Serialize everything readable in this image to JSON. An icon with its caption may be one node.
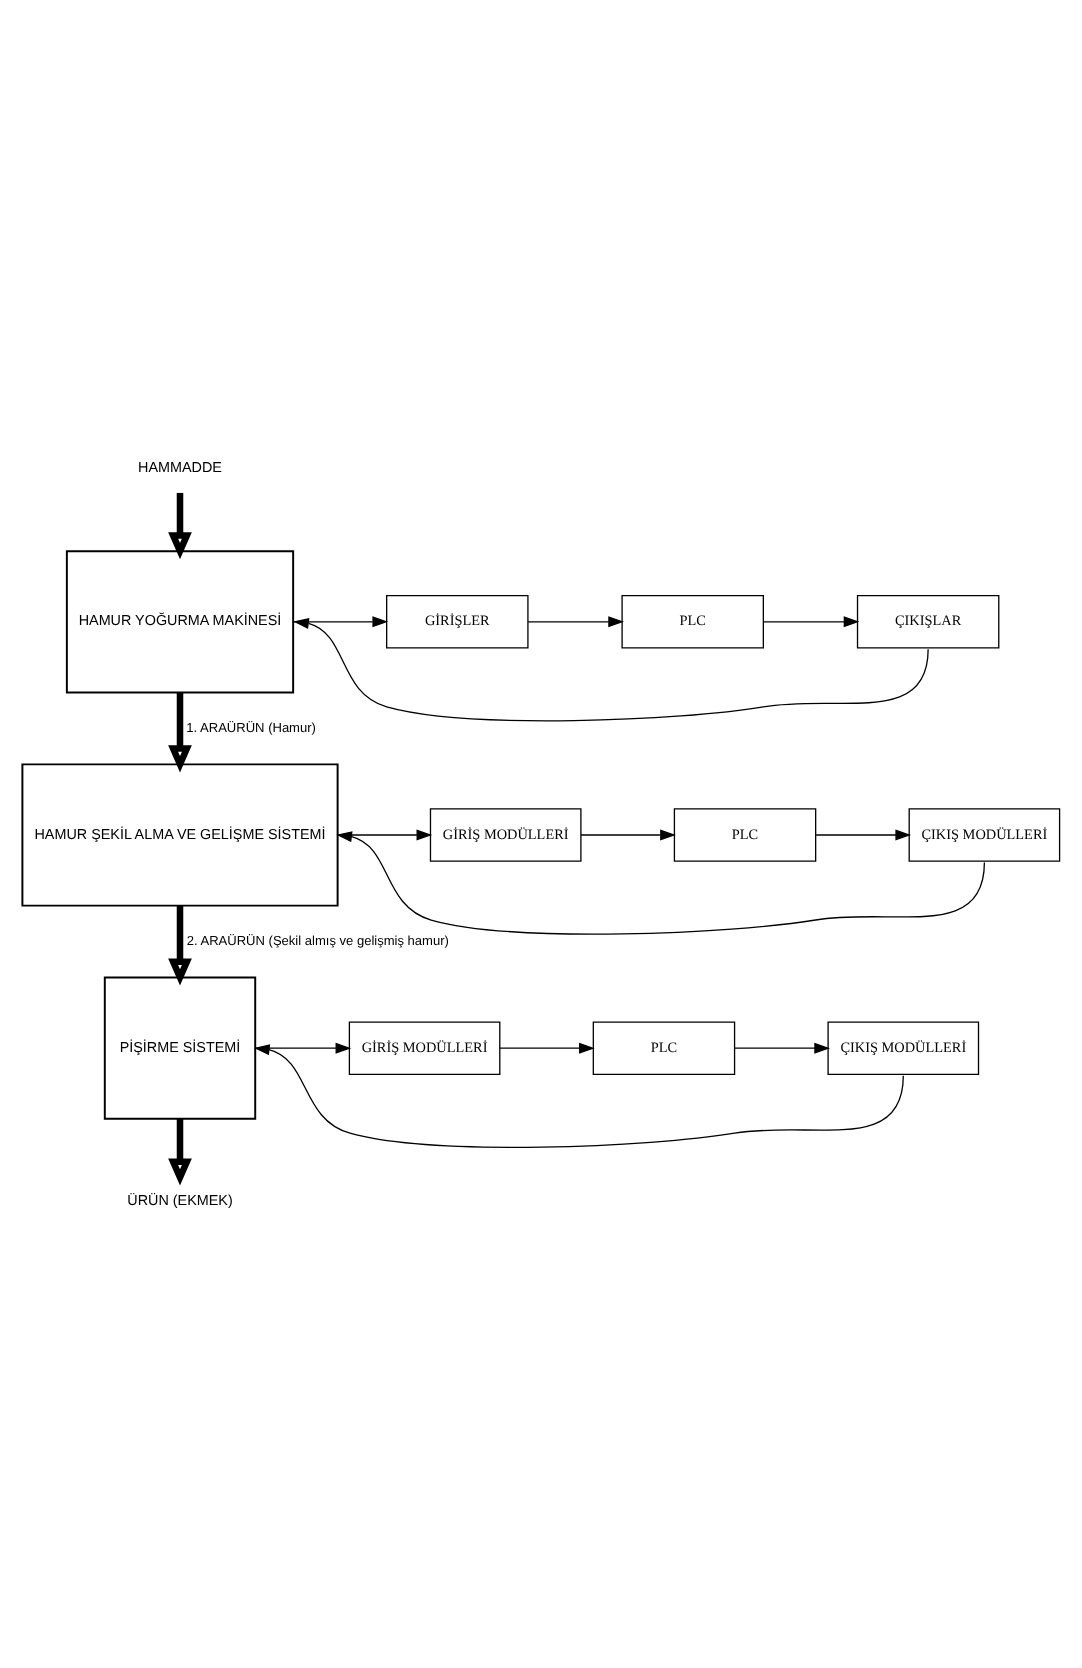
{
  "diagram": {
    "nodes": [
      {
        "text": [
          "HAMMADDE"
        ]
      },
      {
        "text": [
          "HAMUR YOĞURMA MAKİNESİ"
        ]
      },
      {
        "text": [
          "GİRİŞLER"
        ]
      },
      {
        "text": [
          "PLC"
        ]
      },
      {
        "text": [
          "ÇIKIŞLAR"
        ]
      },
      {
        "text": [
          "HAMUR ŞEKİL ALMA VE GELİŞME SİSTEMİ"
        ]
      },
      {
        "text": [
          "GİRİŞ MODÜLLERİ"
        ]
      },
      {
        "text": [
          "PLC"
        ]
      },
      {
        "text": [
          "ÇIKIŞ MODÜLLERİ"
        ]
      },
      {
        "text": [
          "PİŞİRME SİSTEMİ"
        ]
      },
      {
        "text": [
          "GİRİŞ MODÜLLERİ"
        ]
      },
      {
        "text": [
          "PLC"
        ]
      },
      {
        "text": [
          "ÇIKIŞ MODÜLLERİ"
        ]
      },
      {
        "text": [
          "ÜRÜN (EKMEK)"
        ]
      }
    ],
    "edges": [
      {
        "from": 0,
        "to": 1,
        "arrow": "to",
        "style": "thick"
      },
      {
        "from": 1,
        "to": 2,
        "arrow": "to"
      },
      {
        "from": 2,
        "to": 3,
        "arrow": "to"
      },
      {
        "from": 3,
        "to": 4,
        "arrow": "to"
      },
      {
        "from": 4,
        "to": 1,
        "arrow": "to"
      },
      {
        "from": 1,
        "to": 5,
        "arrow": "to",
        "style": "thick",
        "label": "1. ARAÜRÜN (Hamur)"
      },
      {
        "from": 5,
        "to": 6,
        "arrow": "to"
      },
      {
        "from": 6,
        "to": 7,
        "arrow": "to"
      },
      {
        "from": 7,
        "to": 8,
        "arrow": "to"
      },
      {
        "from": 8,
        "to": 5,
        "arrow": "to"
      },
      {
        "from": 5,
        "to": 9,
        "arrow": "to",
        "style": "thick",
        "label": "2. ARAÜRÜN (Şekil almış ve gelişmiş hamur)"
      },
      {
        "from": 9,
        "to": 10,
        "arrow": "to"
      },
      {
        "from": 10,
        "to": 11,
        "arrow": "to"
      },
      {
        "from": 11,
        "to": 12,
        "arrow": "to"
      },
      {
        "from": 12,
        "to": 9,
        "arrow": "to"
      },
      {
        "from": 9,
        "to": 13,
        "arrow": "to",
        "style": "thick"
      }
    ]
  }
}
